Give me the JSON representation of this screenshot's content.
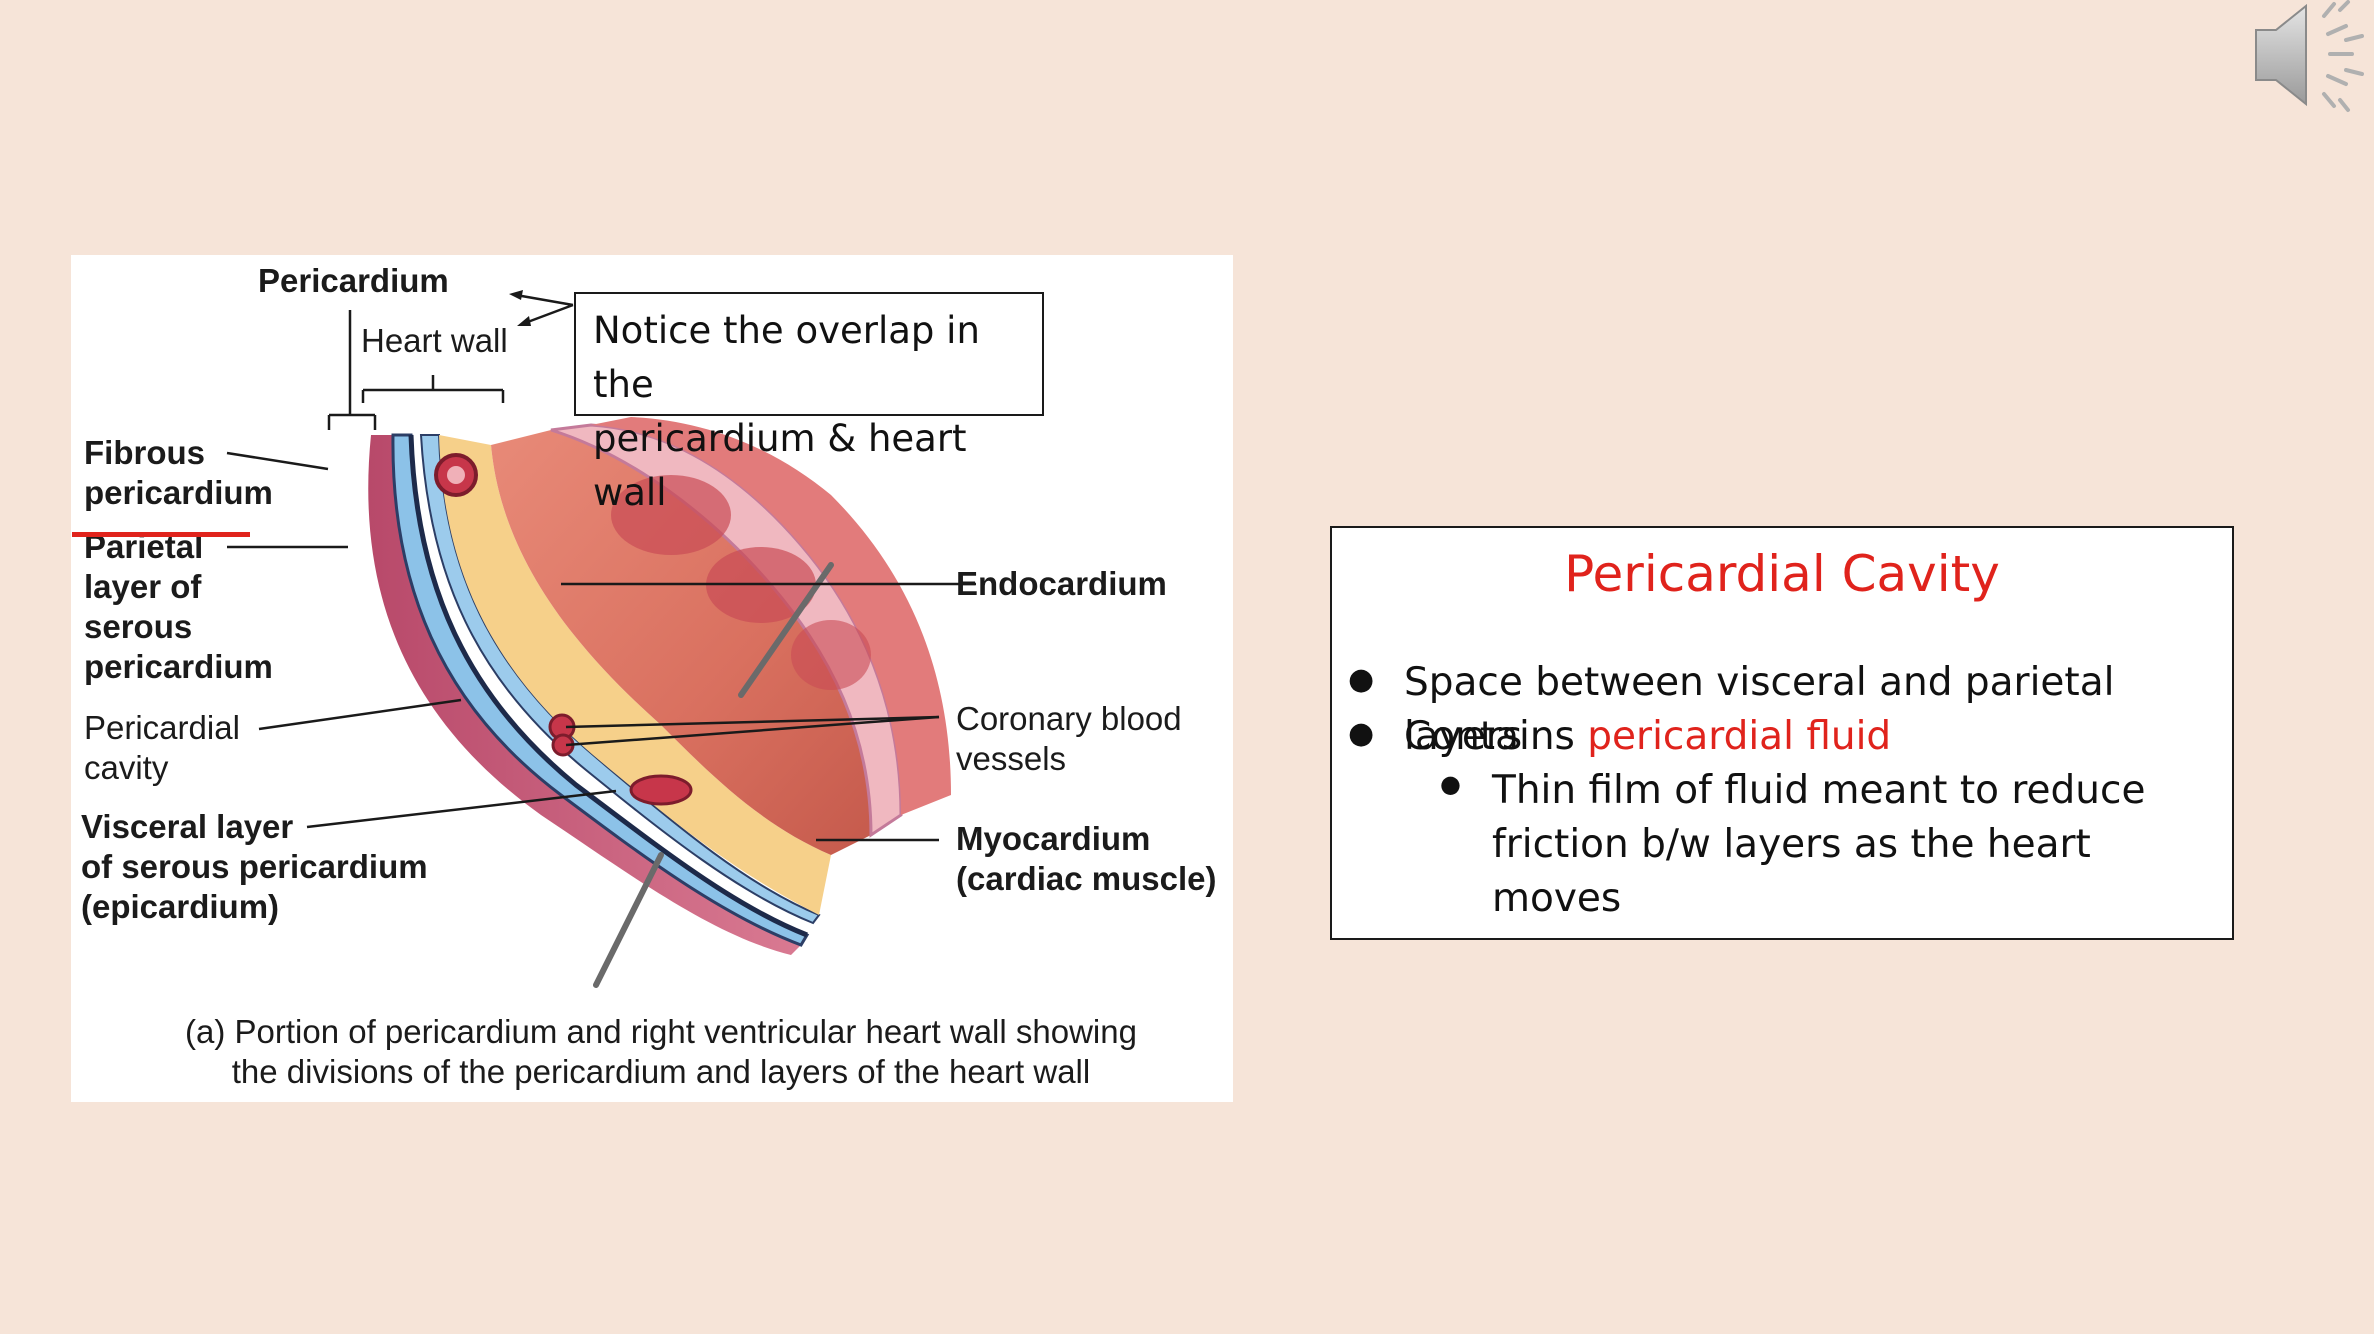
{
  "figure": {
    "top_label": "Pericardium",
    "heart_wall_label": "Heart wall",
    "notice": "Notice the overlap in the\npericardium & heart wall",
    "left_labels": {
      "fibrous": "Fibrous\npericardium",
      "parietal": "Parietal\nlayer of\nserous\npericardium",
      "cavity": "Pericardial\ncavity",
      "visceral": "Visceral layer\nof serous pericardium\n(epicardium)"
    },
    "right_labels": {
      "endocardium": "Endocardium",
      "coronary": "Coronary blood\nvessels",
      "myocardium": "Myocardium\n(cardiac muscle)"
    },
    "caption": "(a) Portion of pericardium and right ventricular heart wall showing\nthe divisions of the pericardium and layers of the heart wall"
  },
  "definition": {
    "title": "Pericardial Cavity",
    "bullets": [
      {
        "text": "Space between visceral and parietal layers"
      },
      {
        "prefix": "Contains ",
        "highlight": "pericardial fluid"
      }
    ],
    "sub_bullet": "Thin film of fluid meant to reduce\nfriction b/w layers as the heart moves"
  },
  "colors": {
    "accent_red": "#e0231c",
    "background": "#f6e4d8"
  },
  "icons": [
    "speaker-icon"
  ]
}
